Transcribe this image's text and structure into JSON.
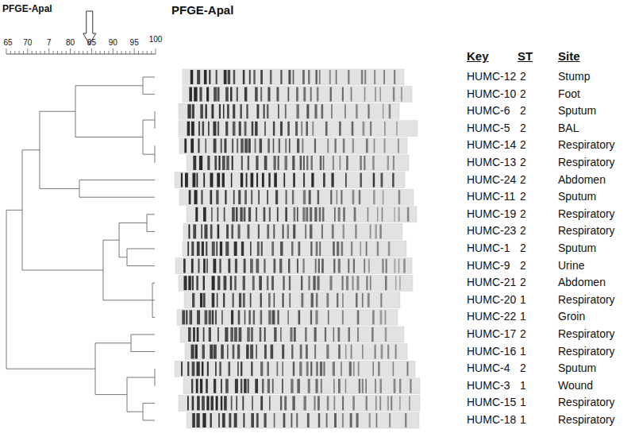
{
  "diagram": {
    "labels": [
      "PFGE-Apal",
      "PFGE-Apal",
      "65",
      "70",
      "7",
      "80",
      "85",
      "90",
      "95",
      "100",
      "Key",
      "ST",
      "Site",
      "HUMC-12",
      "2",
      "Stump",
      "HUMC-10",
      "2",
      "Foot",
      "HUMC-6",
      "2",
      "Sputum",
      "HUMC-5",
      "2",
      "BAL",
      "HUMC-14",
      "2",
      "Respiratory",
      "HUMC-13",
      "2",
      "Respiratory",
      "HUMC-24",
      "2",
      "Abdomen",
      "HUMC-11",
      "2",
      "Sputum",
      "HUMC-19",
      "2",
      "Respiratory",
      "HUMC-23",
      "2",
      "Respiratory",
      "HUMC-1",
      "2",
      "Sputum",
      "HUMC-9",
      "2",
      "Urine",
      "HUMC-21",
      "2",
      "Abdomen",
      "HUMC-20",
      "1",
      "Respiratory",
      "HUMC-22",
      "1",
      "Groin",
      "HUMC-17",
      "2",
      "Respiratory",
      "HUMC-16",
      "1",
      "Respiratory",
      "HUMC-4",
      "2",
      "Sputum",
      "HUMC-3",
      "1",
      "Wound",
      "HUMC-15",
      "1",
      "Respiratory",
      "HUMC-18",
      "1",
      "Respiratory"
    ]
  }
}
